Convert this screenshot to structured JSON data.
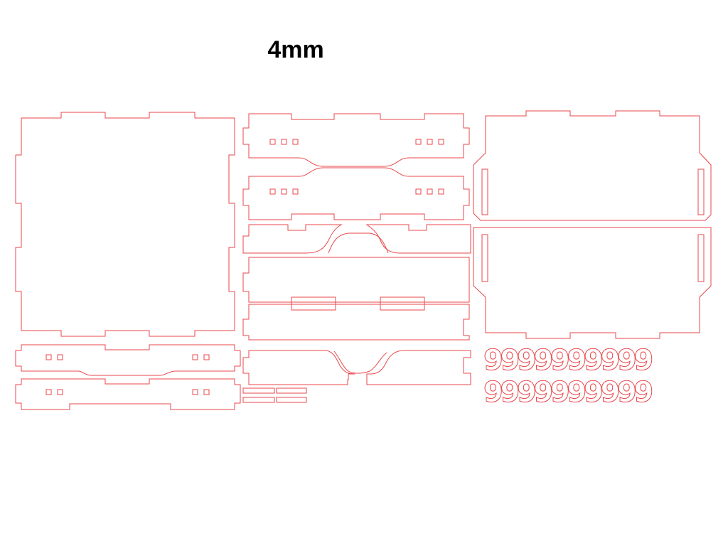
{
  "title": "4mm",
  "colors": {
    "cut_line": "#e8474b",
    "background": "#ffffff",
    "title": "#000000"
  },
  "clip_glyph": "9",
  "clip_row_count": 2,
  "clips_per_row": 10
}
